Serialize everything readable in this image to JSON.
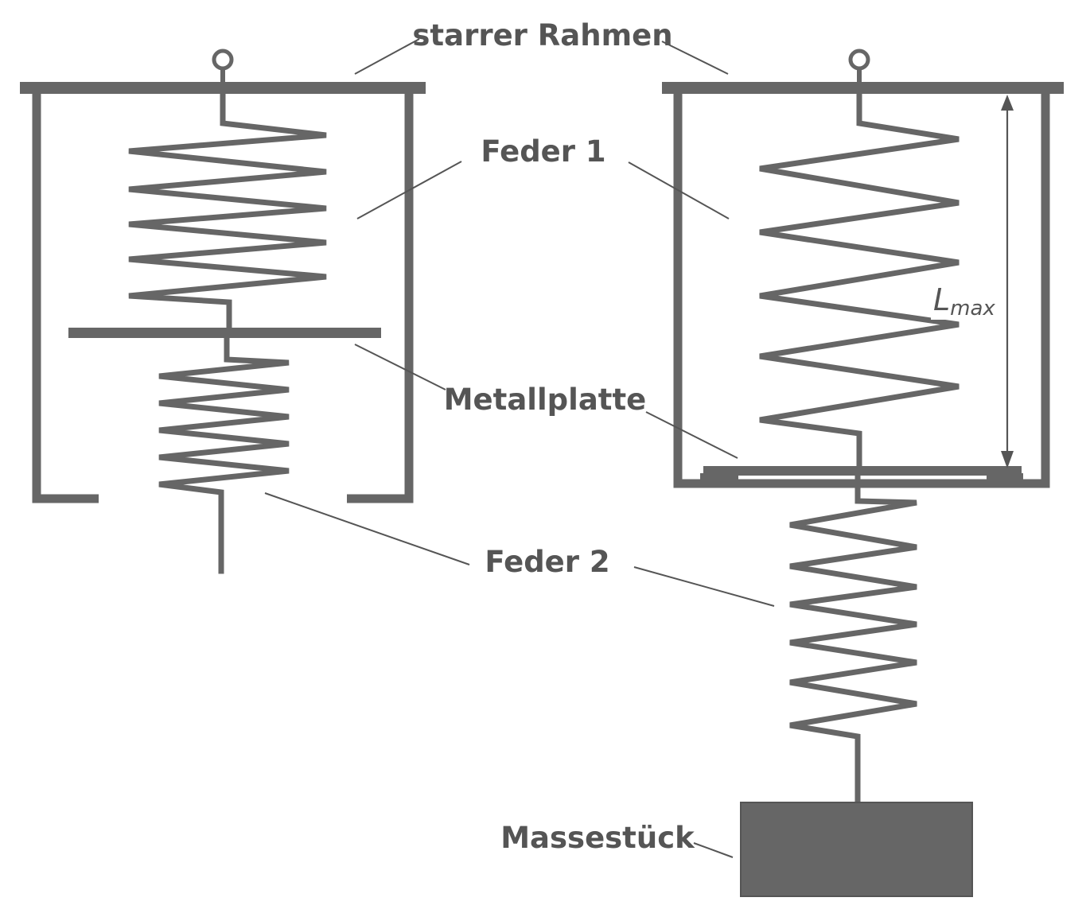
{
  "labels": {
    "frame": "starrer Rahmen",
    "spring1": "Feder 1",
    "plate": "Metallplatte",
    "spring2": "Feder 2",
    "mass": "Massestück",
    "length_symbol": "L",
    "length_subscript": "max"
  },
  "colors": {
    "stroke": "#666666",
    "text": "#555555",
    "background": "#ffffff"
  }
}
